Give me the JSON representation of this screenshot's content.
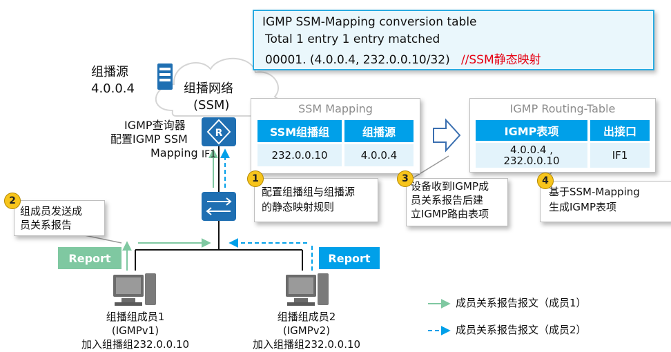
{
  "conversion_table": {
    "title": "IGMP SSM-Mapping conversion table",
    "summary": "Total 1 entry    1 entry matched",
    "entry": "00001. (4.0.0.4, 232.0.0.10/32)",
    "comment": "//SSM静态映射"
  },
  "source": {
    "label": "组播源",
    "ip": "4.0.0.4"
  },
  "network": {
    "name": "组播网络",
    "mode": "(SSM)"
  },
  "querier": {
    "line1": "IGMP查询器",
    "line2": "配置IGMP SSM",
    "line3": "Mapping"
  },
  "if1_label": "IF1",
  "ssm_table": {
    "title": "SSM Mapping",
    "headers": [
      "SSM组播组",
      "组播源"
    ],
    "row": [
      "232.0.0.10",
      "4.0.0.4"
    ]
  },
  "routing_table": {
    "title": "IGMP Routing-Table",
    "headers": [
      "IGMP表项",
      "出接口"
    ],
    "entry_line1": "4.0.0.4 ,",
    "entry_line2": "232.0.0.10",
    "iface": "IF1"
  },
  "steps": [
    {
      "num": "1",
      "line1": "配置组播组与组播源",
      "line2": "的静态映射规则"
    },
    {
      "num": "2",
      "line1": "组成员发送成",
      "line2": "员关系报告"
    },
    {
      "num": "3",
      "line1": "设备收到IGMP成",
      "line2": "员关系报告后建",
      "line3": "立IGMP路由表项"
    },
    {
      "num": "4",
      "line1": "基于SSM-Mapping",
      "line2": "生成IGMP表项"
    }
  ],
  "report_label": "Report",
  "members": [
    {
      "name": "组播组成员1",
      "version": "(IGMPv1)",
      "join": "加入组播组232.0.0.10"
    },
    {
      "name": "组播组成员2",
      "version": "(IGMPv2)",
      "join": "加入组播组232.0.0.10"
    }
  ],
  "legend": [
    {
      "label": "成员关系报告报文（成员1）",
      "style": "solid",
      "color": "#7fc8a1"
    },
    {
      "label": "成员关系报告报文（成员2）",
      "style": "dashed",
      "color": "#00a0e9"
    }
  ],
  "colors": {
    "accent_blue": "#00a0e9",
    "device_blue": "#1f6fb2",
    "report_green": "#7fc8a1",
    "comment_red": "#e60012",
    "step_yellow": "#f7c51c"
  }
}
